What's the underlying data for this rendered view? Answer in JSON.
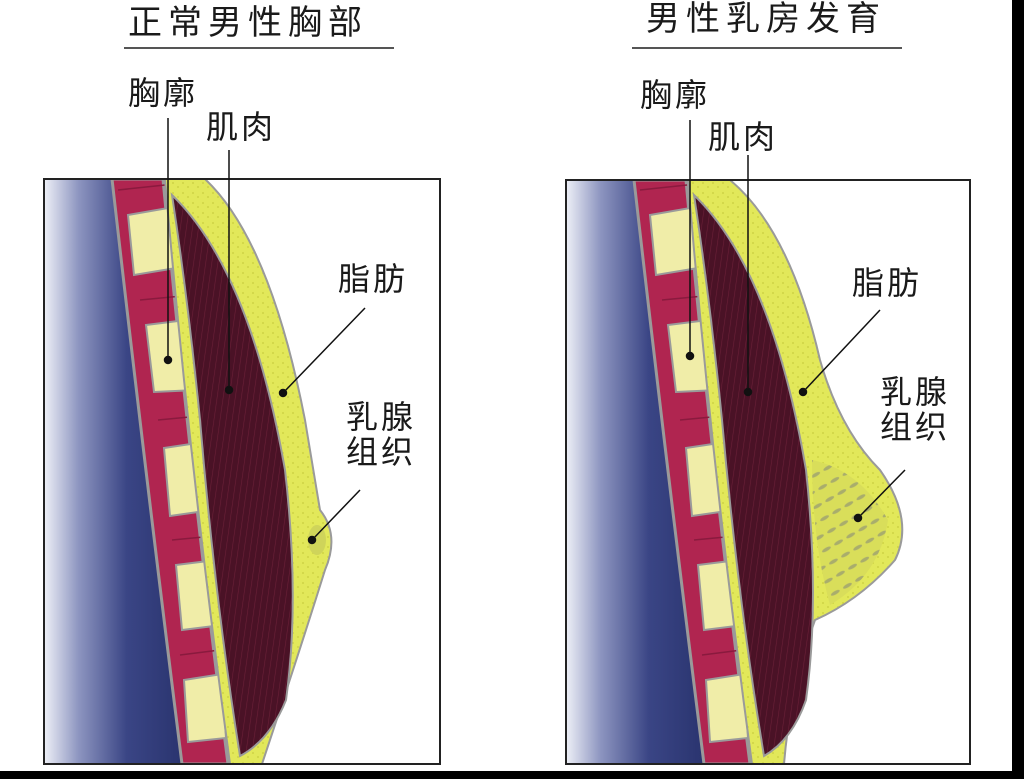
{
  "panels": [
    {
      "title": "正常男性胸部",
      "labels": {
        "ribcage": "胸廓",
        "muscle": "肌肉",
        "fat": "脂肪",
        "gland": "乳腺组织"
      }
    },
    {
      "title": "男性乳房发育",
      "labels": {
        "ribcage": "胸廓",
        "muscle": "肌肉",
        "fat": "脂肪",
        "gland": "乳腺组织"
      }
    }
  ],
  "colors": {
    "body_dark": "#2c3775",
    "body_light": "#f0f2f8",
    "rib_red": "#b02550",
    "rib_cartilage": "#f0eda8",
    "muscle": "#4a1226",
    "muscle_line": "#6b2038",
    "fat": "#e2e85a",
    "gland": "#b8be6a",
    "outline": "#9a9a9a"
  }
}
